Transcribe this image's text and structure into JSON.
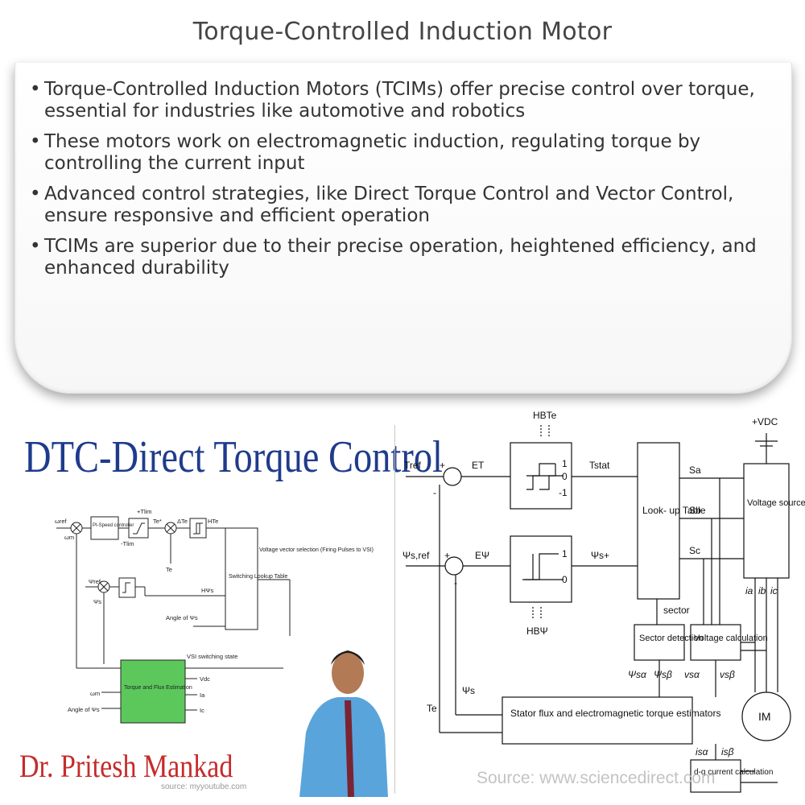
{
  "page": {
    "title": "Torque-Controlled Induction Motor"
  },
  "bullets": [
    "Torque-Controlled Induction Motors (TCIMs) offer precise control over torque, essential for industries like automotive and robotics",
    "These motors work on electromagnetic induction, regulating torque by controlling the current input",
    "Advanced control strategies, like Direct Torque Control and Vector Control, ensure responsive and efficient operation",
    "TCIMs are superior due to their precise operation, heightened efficiency, and enhanced durability"
  ],
  "left_figure": {
    "heading": "DTC-Direct Torque Control",
    "author": "Dr. Pritesh Mankad",
    "source": "source: myyoutube.com",
    "labels": {
      "omega_ref": "ωref",
      "omega_m": "ωm",
      "pi_controller": "PI-Speed controller",
      "plus_tlim": "+Tlim",
      "minus_tlim": "-Tlim",
      "te_star": "Te*",
      "delta_te": "ΔTe",
      "ht_e": "HTe",
      "te": "Te",
      "psi_ref": "Ψref",
      "psi_s": "Ψs",
      "h_psi": "HΨs",
      "switching_table": "Switching Lookup Table",
      "voltage_vector": "Voltage vector selection (Firing Pulses to VSI)",
      "angle_psi": "Angle of Ψs",
      "vsi_state": "VSI switching state",
      "estimation": "Torque and Flux Estimation",
      "vdc": "Vdc",
      "ia": "Ia",
      "ic": "Ic",
      "omega_m_out": "ωm",
      "angle_psi_out": "Angle of Ψs"
    }
  },
  "right_figure": {
    "source": "Source: www.sciencedirect.com",
    "labels": {
      "hb_te": "HBTe",
      "t_ref": "Tref",
      "e_t": "ET",
      "t_stat": "Tstat",
      "one": "1",
      "zero": "0",
      "minus_one": "-1",
      "psi_ref": "Ψs,ref",
      "e_psi": "EΨ",
      "psi_star": "Ψs+",
      "hb_psi": "HBΨ",
      "lookup": "Look- up Table",
      "sa": "Sa",
      "sb": "Sb",
      "sc": "Sc",
      "sector": "sector",
      "sector_detection": "Sector detection",
      "voltage_calc": "Voltage calculation",
      "vdc": "+VDC",
      "vsi": "Voltage source inverter (VSI)",
      "ia": "ia",
      "ib": "ib",
      "ic": "ic",
      "psi_sa": "Ψsα",
      "psi_sb": "Ψsβ",
      "v_sa": "vsα",
      "v_sb": "vsβ",
      "psi_s": "Ψs",
      "te": "Te",
      "estimators": "Stator flux and electromagnetic torque estimators",
      "i_sa": "isα",
      "i_sb": "isβ",
      "im": "IM",
      "dq": "d-q current calculation",
      "plus": "+",
      "minus": "-"
    }
  },
  "colors": {
    "heading_blue": "#1f3b8c",
    "author_red": "#c62b2b",
    "estimation_green": "#5cc85c"
  }
}
